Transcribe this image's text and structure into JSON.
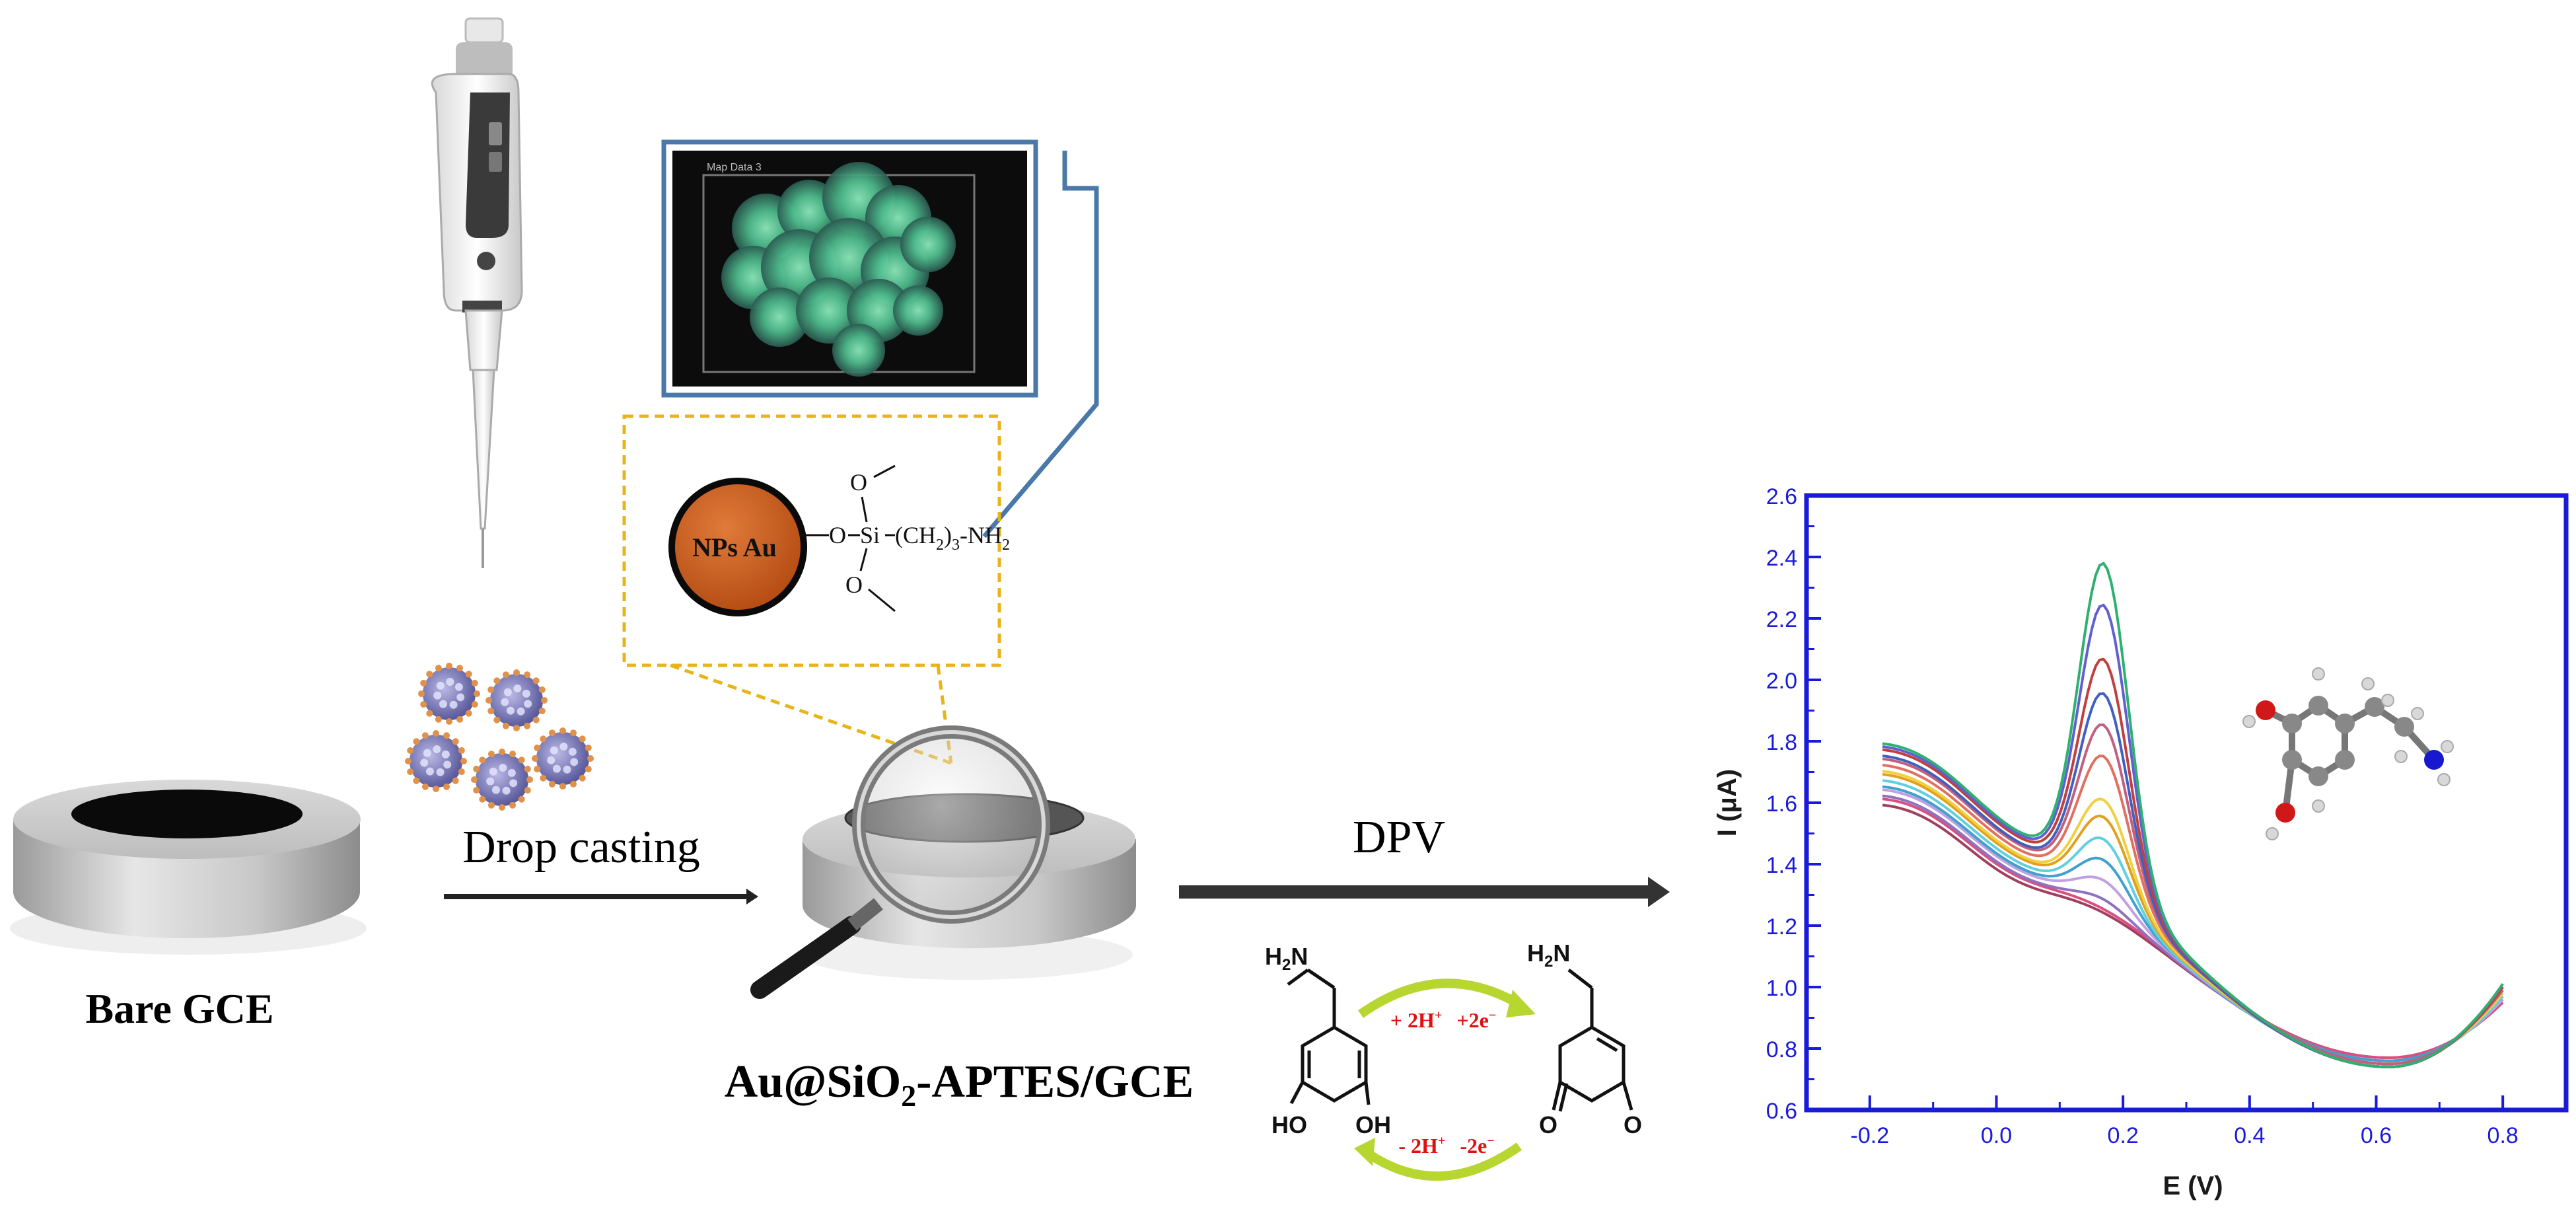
{
  "labels": {
    "bare_gce": "Bare GCE",
    "drop_casting": "Drop casting",
    "dpv": "DPV",
    "modified_electrode": {
      "part1": "Au@SiO",
      "sub": "2",
      "part2": "-APTES/GCE"
    }
  },
  "inset": {
    "map_title": "Map Data 3",
    "particle_label": "NPs Au",
    "linker": {
      "o_top": "O",
      "o_left": "O",
      "si": "Si",
      "o_bottom": "O",
      "chain_a": "(CH",
      "chain_sub": "2",
      "chain_b": ")",
      "chain_sub2": "3",
      "nh": "-NH",
      "nh_sub": "2"
    }
  },
  "reaction": {
    "forward": {
      "h": "+ 2H",
      "h_sup": "+",
      "e": "+2e",
      "e_sup": "−"
    },
    "backward": {
      "h": "- 2H",
      "h_sup": "+",
      "e": "-2e",
      "e_sup": "−"
    },
    "reactant": {
      "amine": "H",
      "amine_sub": "2",
      "amine_n": "N",
      "oh1": "HO",
      "oh2": "OH"
    },
    "product": {
      "amine": "H",
      "amine_sub": "2",
      "amine_n": "N",
      "o1": "O",
      "o2": "O"
    }
  },
  "colors": {
    "axis_blue": "#1a1adb",
    "gold_particle": "#c8561a",
    "inset_border": "#4a78a8",
    "dashed_box": "#e8b41a",
    "arrow_green": "#b8d630",
    "reaction_red": "#e01010"
  },
  "chart_data": {
    "type": "line",
    "xlabel": "E (V)",
    "ylabel": "I (μA)",
    "xlim": [
      -0.3,
      0.9
    ],
    "ylim": [
      0.6,
      2.6
    ],
    "xticks": [
      -0.2,
      0.0,
      0.2,
      0.4,
      0.6,
      0.8
    ],
    "yticks": [
      0.6,
      0.8,
      1.0,
      1.2,
      1.4,
      1.6,
      1.8,
      2.0,
      2.2,
      2.4,
      2.6
    ],
    "x_start": -0.18,
    "x_end": 0.8,
    "peak_x": 0.17,
    "series": [
      {
        "start_y": 1.6,
        "peak_y": 1.38,
        "min_y": 0.77,
        "end_y": 0.95
      },
      {
        "start_y": 1.62,
        "peak_y": 1.41,
        "min_y": 0.77,
        "end_y": 0.95
      },
      {
        "start_y": 1.63,
        "peak_y": 1.45,
        "min_y": 0.76,
        "end_y": 0.96
      },
      {
        "start_y": 1.65,
        "peak_y": 1.5,
        "min_y": 0.76,
        "end_y": 0.96
      },
      {
        "start_y": 1.66,
        "peak_y": 1.56,
        "min_y": 0.76,
        "end_y": 0.97
      },
      {
        "start_y": 1.68,
        "peak_y": 1.62,
        "min_y": 0.75,
        "end_y": 0.97
      },
      {
        "start_y": 1.7,
        "peak_y": 1.68,
        "min_y": 0.75,
        "end_y": 0.98
      },
      {
        "start_y": 1.71,
        "peak_y": 1.73,
        "min_y": 0.75,
        "end_y": 0.98
      },
      {
        "start_y": 1.73,
        "peak_y": 1.86,
        "min_y": 0.75,
        "end_y": 0.99
      },
      {
        "start_y": 1.75,
        "peak_y": 1.95,
        "min_y": 0.75,
        "end_y": 0.99
      },
      {
        "start_y": 1.76,
        "peak_y": 2.05,
        "min_y": 0.74,
        "end_y": 1.0
      },
      {
        "start_y": 1.78,
        "peak_y": 2.15,
        "min_y": 0.74,
        "end_y": 1.0
      },
      {
        "start_y": 1.79,
        "peak_y": 2.32,
        "min_y": 0.74,
        "end_y": 1.01
      },
      {
        "start_y": 1.8,
        "peak_y": 2.45,
        "min_y": 0.74,
        "end_y": 1.01
      }
    ],
    "series_colors": [
      "#a04060",
      "#d85080",
      "#9070c0",
      "#c0a0e0",
      "#40a0d0",
      "#60d0e0",
      "#e0a020",
      "#f0d040",
      "#e07060",
      "#c06080",
      "#4060c0",
      "#c04040",
      "#6060d0",
      "#30b070"
    ]
  }
}
